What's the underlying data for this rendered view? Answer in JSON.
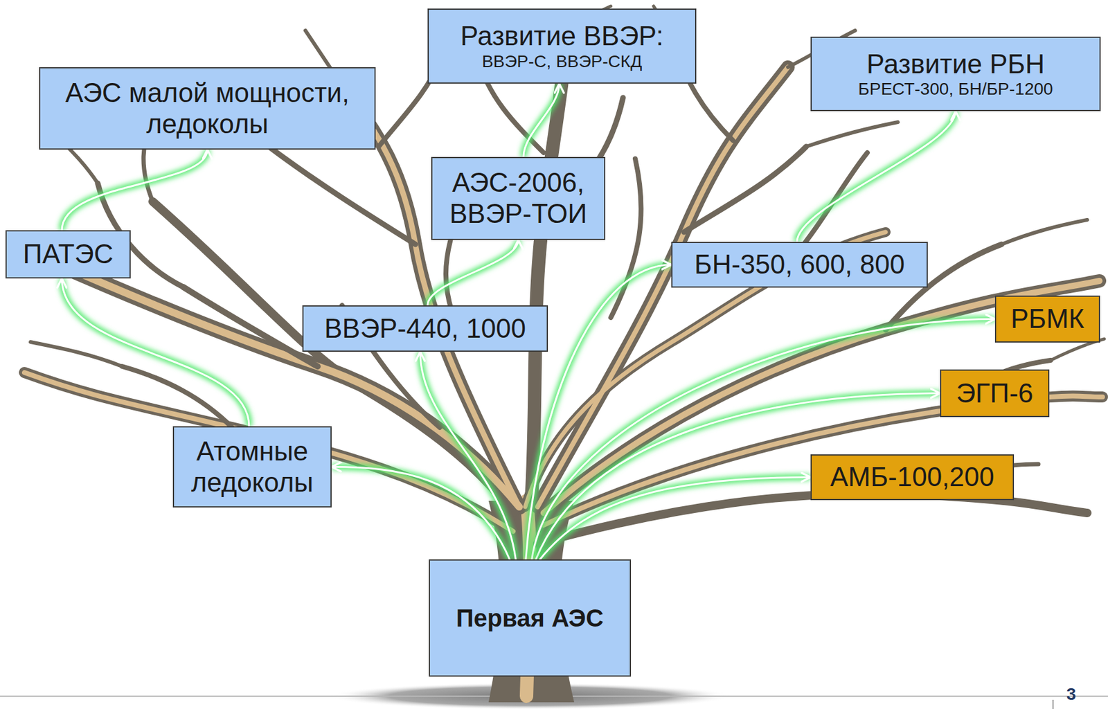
{
  "diagram": {
    "nodes": [
      {
        "text": [
          "Развитие ВВЭР:",
          "ВВЭР-С, ВВЭР-СКД"
        ]
      },
      {
        "text": [
          "Развитие РБН",
          "БРЕСТ-300, БН/БР-1200"
        ]
      },
      {
        "text": [
          "АЭС малой мощности, ледоколы"
        ]
      },
      {
        "text": [
          "АЭС-2006, ВВЭР-ТОИ"
        ]
      },
      {
        "text": [
          "ПАТЭС"
        ]
      },
      {
        "text": [
          "БН-350, 600, 800"
        ]
      },
      {
        "text": [
          "РБМК"
        ]
      },
      {
        "text": [
          "ВВЭР-440, 1000"
        ]
      },
      {
        "text": [
          "ЭГП-6"
        ]
      },
      {
        "text": [
          "Атомные ледоколы"
        ]
      },
      {
        "text": [
          "АМБ-100,200"
        ]
      },
      {
        "text": [
          "Первая АЭС"
        ]
      }
    ],
    "edges": [
      {
        "from": 11,
        "to": 9,
        "arrow": "to"
      },
      {
        "from": 11,
        "to": 7,
        "arrow": "to"
      },
      {
        "from": 11,
        "to": 5,
        "arrow": "to"
      },
      {
        "from": 11,
        "to": 6,
        "arrow": "to"
      },
      {
        "from": 11,
        "to": 8,
        "arrow": "to"
      },
      {
        "from": 11,
        "to": 10,
        "arrow": "to"
      },
      {
        "from": 9,
        "to": 4,
        "arrow": "to"
      },
      {
        "from": 4,
        "to": 2,
        "arrow": "to"
      },
      {
        "from": 7,
        "to": 3,
        "arrow": "to"
      },
      {
        "from": 3,
        "to": 0,
        "arrow": "to"
      },
      {
        "from": 5,
        "to": 1,
        "arrow": "to"
      }
    ],
    "labels": [
      "3"
    ]
  }
}
